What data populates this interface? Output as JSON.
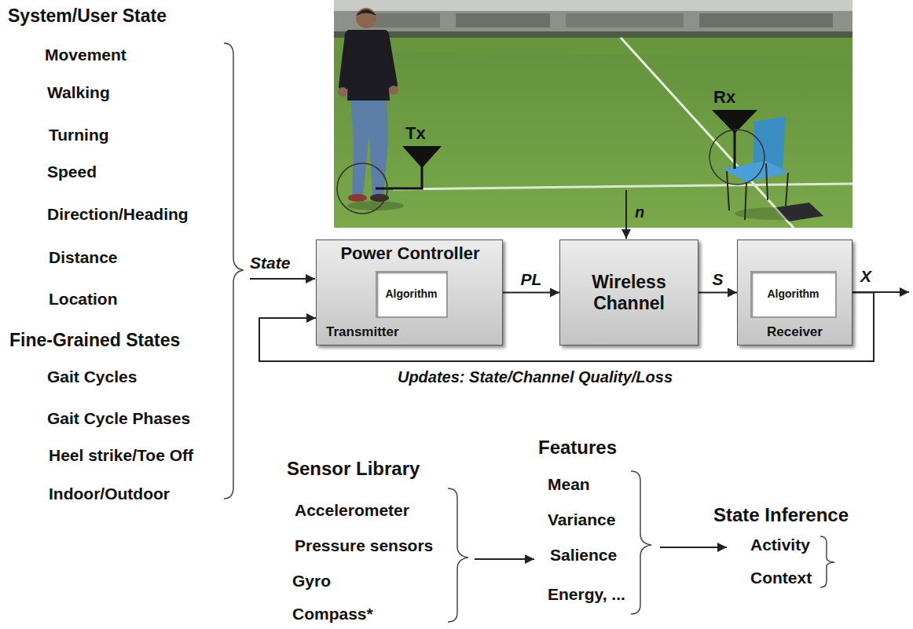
{
  "diagram": {
    "nodes": [
      {
        "text": [
          "Power Controller",
          "Transmitter"
        ]
      },
      {
        "text": [
          "Algorithm"
        ],
        "in": 0
      },
      {
        "text": [
          "Wireless Channel"
        ]
      },
      {
        "text": [
          "Receiver"
        ]
      },
      {
        "text": [
          "Algorithm"
        ],
        "in": 3
      }
    ],
    "edges": [
      {
        "from": 0,
        "to": 2,
        "arrow": "to",
        "label": "PL"
      },
      {
        "from": 2,
        "to": 3,
        "arrow": "to",
        "label": "S"
      },
      {
        "from": 3,
        "to": 0,
        "arrow": "to",
        "label": "Updates: State/Channel Quality/Loss"
      }
    ],
    "labels": [
      "System/User State",
      "Movement",
      "Walking",
      "Turning",
      "Speed",
      "Direction/Heading",
      "Distance",
      "Location",
      "Fine-Grained States",
      "Gait Cycles",
      "Gait Cycle Phases",
      "Heel strike/Toe Off",
      "Indoor/Outdoor",
      "Tx",
      "Rx",
      "n",
      "State",
      "X",
      "Sensor Library",
      "Accelerometer",
      "Pressure sensors",
      "Gyro",
      "Compass*",
      "Features",
      "Mean",
      "Variance",
      "Salience",
      "Energy, ...",
      "State Inference",
      "Activity",
      "Context"
    ]
  }
}
